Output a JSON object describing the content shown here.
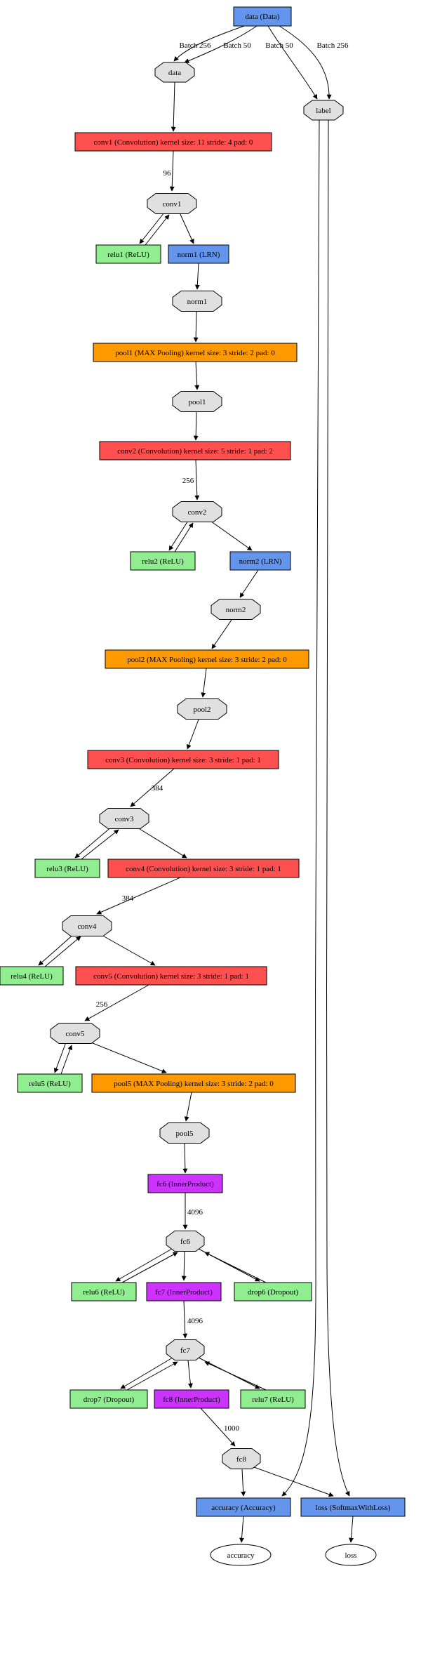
{
  "diagram": {
    "type": "caffe-network-graph",
    "nodes": {
      "data_layer": "data (Data)",
      "data_blob": "data",
      "label_blob": "label",
      "conv1_layer": "conv1 (Convolution) kernel size: 11 stride: 4 pad: 0",
      "conv1_blob": "conv1",
      "relu1_layer": "relu1 (ReLU)",
      "norm1_layer": "norm1 (LRN)",
      "norm1_blob": "norm1",
      "pool1_layer": "pool1 (MAX Pooling) kernel size: 3 stride: 2 pad: 0",
      "pool1_blob": "pool1",
      "conv2_layer": "conv2 (Convolution) kernel size: 5 stride: 1 pad: 2",
      "conv2_blob": "conv2",
      "relu2_layer": "relu2 (ReLU)",
      "norm2_layer": "norm2 (LRN)",
      "norm2_blob": "norm2",
      "pool2_layer": "pool2 (MAX Pooling) kernel size: 3 stride: 2 pad: 0",
      "pool2_blob": "pool2",
      "conv3_layer": "conv3 (Convolution) kernel size: 3 stride: 1 pad: 1",
      "conv3_blob": "conv3",
      "relu3_layer": "relu3 (ReLU)",
      "conv4_layer": "conv4 (Convolution) kernel size: 3 stride: 1 pad: 1",
      "conv4_blob": "conv4",
      "relu4_layer": "relu4 (ReLU)",
      "conv5_layer": "conv5 (Convolution) kernel size: 3 stride: 1 pad: 1",
      "conv5_blob": "conv5",
      "relu5_layer": "relu5 (ReLU)",
      "pool5_layer": "pool5 (MAX Pooling) kernel size: 3 stride: 2 pad: 0",
      "pool5_blob": "pool5",
      "fc6_layer": "fc6 (InnerProduct)",
      "fc6_blob": "fc6",
      "relu6_layer": "relu6 (ReLU)",
      "fc7_layer": "fc7 (InnerProduct)",
      "drop6_layer": "drop6 (Dropout)",
      "fc7_blob": "fc7",
      "drop7_layer": "drop7 (Dropout)",
      "fc8_layer": "fc8 (InnerProduct)",
      "relu7_layer": "relu7 (ReLU)",
      "fc8_blob": "fc8",
      "accuracy_layer": "accuracy (Accuracy)",
      "loss_layer": "loss (SoftmaxWithLoss)",
      "accuracy_blob": "accuracy",
      "loss_blob": "loss"
    },
    "edge_labels": {
      "data_batch_train": "Batch 256",
      "data_batch_test": "Batch 50",
      "label_batch_test": "Batch 50",
      "label_batch_train": "Batch 256",
      "conv1_num_output": "96",
      "conv2_num_output": "256",
      "conv3_num_output": "384",
      "conv4_num_output": "384",
      "conv5_num_output": "256",
      "fc6_num_output": "4096",
      "fc7_num_output": "4096",
      "fc8_num_output": "1000"
    },
    "edges": [
      {
        "from": "data_layer",
        "to": "data_blob",
        "label": "Batch 256"
      },
      {
        "from": "data_layer",
        "to": "data_blob",
        "label": "Batch 50"
      },
      {
        "from": "data_layer",
        "to": "label_blob",
        "label": "Batch 50"
      },
      {
        "from": "data_layer",
        "to": "label_blob",
        "label": "Batch 256"
      },
      {
        "from": "data_blob",
        "to": "conv1_layer"
      },
      {
        "from": "conv1_layer",
        "to": "conv1_blob",
        "label": "96"
      },
      {
        "from": "conv1_blob",
        "to": "relu1_layer"
      },
      {
        "from": "relu1_layer",
        "to": "conv1_blob"
      },
      {
        "from": "conv1_blob",
        "to": "norm1_layer"
      },
      {
        "from": "norm1_layer",
        "to": "norm1_blob"
      },
      {
        "from": "norm1_blob",
        "to": "pool1_layer"
      },
      {
        "from": "pool1_layer",
        "to": "pool1_blob"
      },
      {
        "from": "pool1_blob",
        "to": "conv2_layer"
      },
      {
        "from": "conv2_layer",
        "to": "conv2_blob",
        "label": "256"
      },
      {
        "from": "conv2_blob",
        "to": "relu2_layer"
      },
      {
        "from": "relu2_layer",
        "to": "conv2_blob"
      },
      {
        "from": "conv2_blob",
        "to": "norm2_layer"
      },
      {
        "from": "norm2_layer",
        "to": "norm2_blob"
      },
      {
        "from": "norm2_blob",
        "to": "pool2_layer"
      },
      {
        "from": "pool2_layer",
        "to": "pool2_blob"
      },
      {
        "from": "pool2_blob",
        "to": "conv3_layer"
      },
      {
        "from": "conv3_layer",
        "to": "conv3_blob",
        "label": "384"
      },
      {
        "from": "conv3_blob",
        "to": "relu3_layer"
      },
      {
        "from": "relu3_layer",
        "to": "conv3_blob"
      },
      {
        "from": "conv3_blob",
        "to": "conv4_layer"
      },
      {
        "from": "conv4_layer",
        "to": "conv4_blob",
        "label": "384"
      },
      {
        "from": "conv4_blob",
        "to": "relu4_layer"
      },
      {
        "from": "relu4_layer",
        "to": "conv4_blob"
      },
      {
        "from": "conv4_blob",
        "to": "conv5_layer"
      },
      {
        "from": "conv5_layer",
        "to": "conv5_blob",
        "label": "256"
      },
      {
        "from": "conv5_blob",
        "to": "relu5_layer"
      },
      {
        "from": "relu5_layer",
        "to": "conv5_blob"
      },
      {
        "from": "conv5_blob",
        "to": "pool5_layer"
      },
      {
        "from": "pool5_layer",
        "to": "pool5_blob"
      },
      {
        "from": "pool5_blob",
        "to": "fc6_layer"
      },
      {
        "from": "fc6_layer",
        "to": "fc6_blob",
        "label": "4096"
      },
      {
        "from": "fc6_blob",
        "to": "relu6_layer"
      },
      {
        "from": "relu6_layer",
        "to": "fc6_blob"
      },
      {
        "from": "fc6_blob",
        "to": "fc7_layer"
      },
      {
        "from": "fc6_blob",
        "to": "drop6_layer"
      },
      {
        "from": "drop6_layer",
        "to": "fc6_blob"
      },
      {
        "from": "fc7_layer",
        "to": "fc7_blob",
        "label": "4096"
      },
      {
        "from": "fc7_blob",
        "to": "drop7_layer"
      },
      {
        "from": "drop7_layer",
        "to": "fc7_blob"
      },
      {
        "from": "fc7_blob",
        "to": "fc8_layer"
      },
      {
        "from": "fc7_blob",
        "to": "relu7_layer"
      },
      {
        "from": "relu7_layer",
        "to": "fc7_blob"
      },
      {
        "from": "fc8_layer",
        "to": "fc8_blob",
        "label": "1000"
      },
      {
        "from": "fc8_blob",
        "to": "accuracy_layer"
      },
      {
        "from": "fc8_blob",
        "to": "loss_layer"
      },
      {
        "from": "label_blob",
        "to": "accuracy_layer"
      },
      {
        "from": "label_blob",
        "to": "loss_layer"
      },
      {
        "from": "accuracy_layer",
        "to": "accuracy_blob"
      },
      {
        "from": "loss_layer",
        "to": "loss_blob"
      }
    ],
    "colors": {
      "convolution": "#FF5050",
      "pooling": "#FF9900",
      "inner_product": "#CC33FF",
      "activation_inplace": "#90EE90",
      "default_layer": "#6495ED",
      "blob": "#E0E0E0",
      "output": "#FFFFFF",
      "edge": "#000000",
      "background": "#FFFFFF"
    }
  }
}
